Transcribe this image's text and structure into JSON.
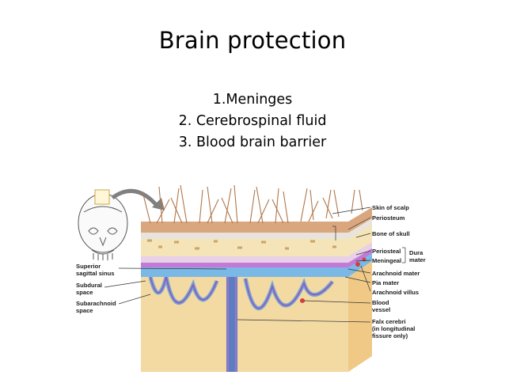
{
  "slide": {
    "title": "Brain protection",
    "items": [
      "1.Meninges",
      "2. Cerebrospinal fluid",
      "3. Blood brain barrier"
    ]
  },
  "figure": {
    "labels_right": {
      "skin_of_scalp": "Skin of scalp",
      "periosteum": "Periosteum",
      "bone_of_skull": "Bone of skull",
      "periosteal": "Periosteal",
      "meningeal": "Meningeal",
      "dura_line1": "Dura",
      "dura_line2": "mater",
      "arachnoid_mater": "Arachnoid mater",
      "pia_mater": "Pia mater",
      "arachnoid_villus": "Arachnoid villus",
      "blood_line1": "Blood",
      "blood_line2": "vessel",
      "falx_line1": "Falx cerebri",
      "falx_line2": "(in longitudinal",
      "falx_line3": "fissure only)"
    },
    "labels_left": {
      "superior_line1": "Superior",
      "superior_line2": "sagittal sinus",
      "subdural_line1": "Subdural",
      "subdural_line2": "space",
      "subarachnoid_line1": "Subarachnoid",
      "subarachnoid_line2": "space"
    }
  }
}
